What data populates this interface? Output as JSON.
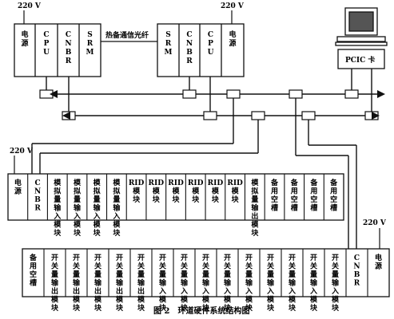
{
  "figure": {
    "caption": "图 2　环道硬件系统结构图",
    "power_labels": [
      "220 V",
      "220 V",
      "220 V",
      "220 V"
    ],
    "hot_standby_link": "热备通信光纤",
    "pcic_label": "PCIC 卡"
  },
  "plc_left": [
    "电源",
    "CPU",
    "CNBR",
    "SRM"
  ],
  "plc_right": [
    "SRM",
    "CNBR",
    "CPU",
    "电源"
  ],
  "rack_a": [
    "电源",
    "CNBR",
    "模拟量输入模块",
    "模拟量输入模块",
    "模拟量输入模块",
    "模拟量输入模块",
    "RID模块",
    "RID模块",
    "RID模块",
    "RID模块",
    "RID模块",
    "RID模块",
    "模拟量输出模块",
    "备用空槽",
    "备用空槽",
    "备用空槽",
    "备用空槽"
  ],
  "rack_b": [
    "备用空槽",
    "开关量输出模块",
    "开关量输出模块",
    "开关量输出模块",
    "开关量输出模块",
    "开关量输出模块",
    "开关量输入模块",
    "开关量输入模块",
    "开关量输入模块",
    "开关量输入模块",
    "开关量输入模块",
    "开关量输入模块",
    "开关量输入模块",
    "开关量输入模块",
    "开关量输入模块",
    "CNBR",
    "电源"
  ]
}
